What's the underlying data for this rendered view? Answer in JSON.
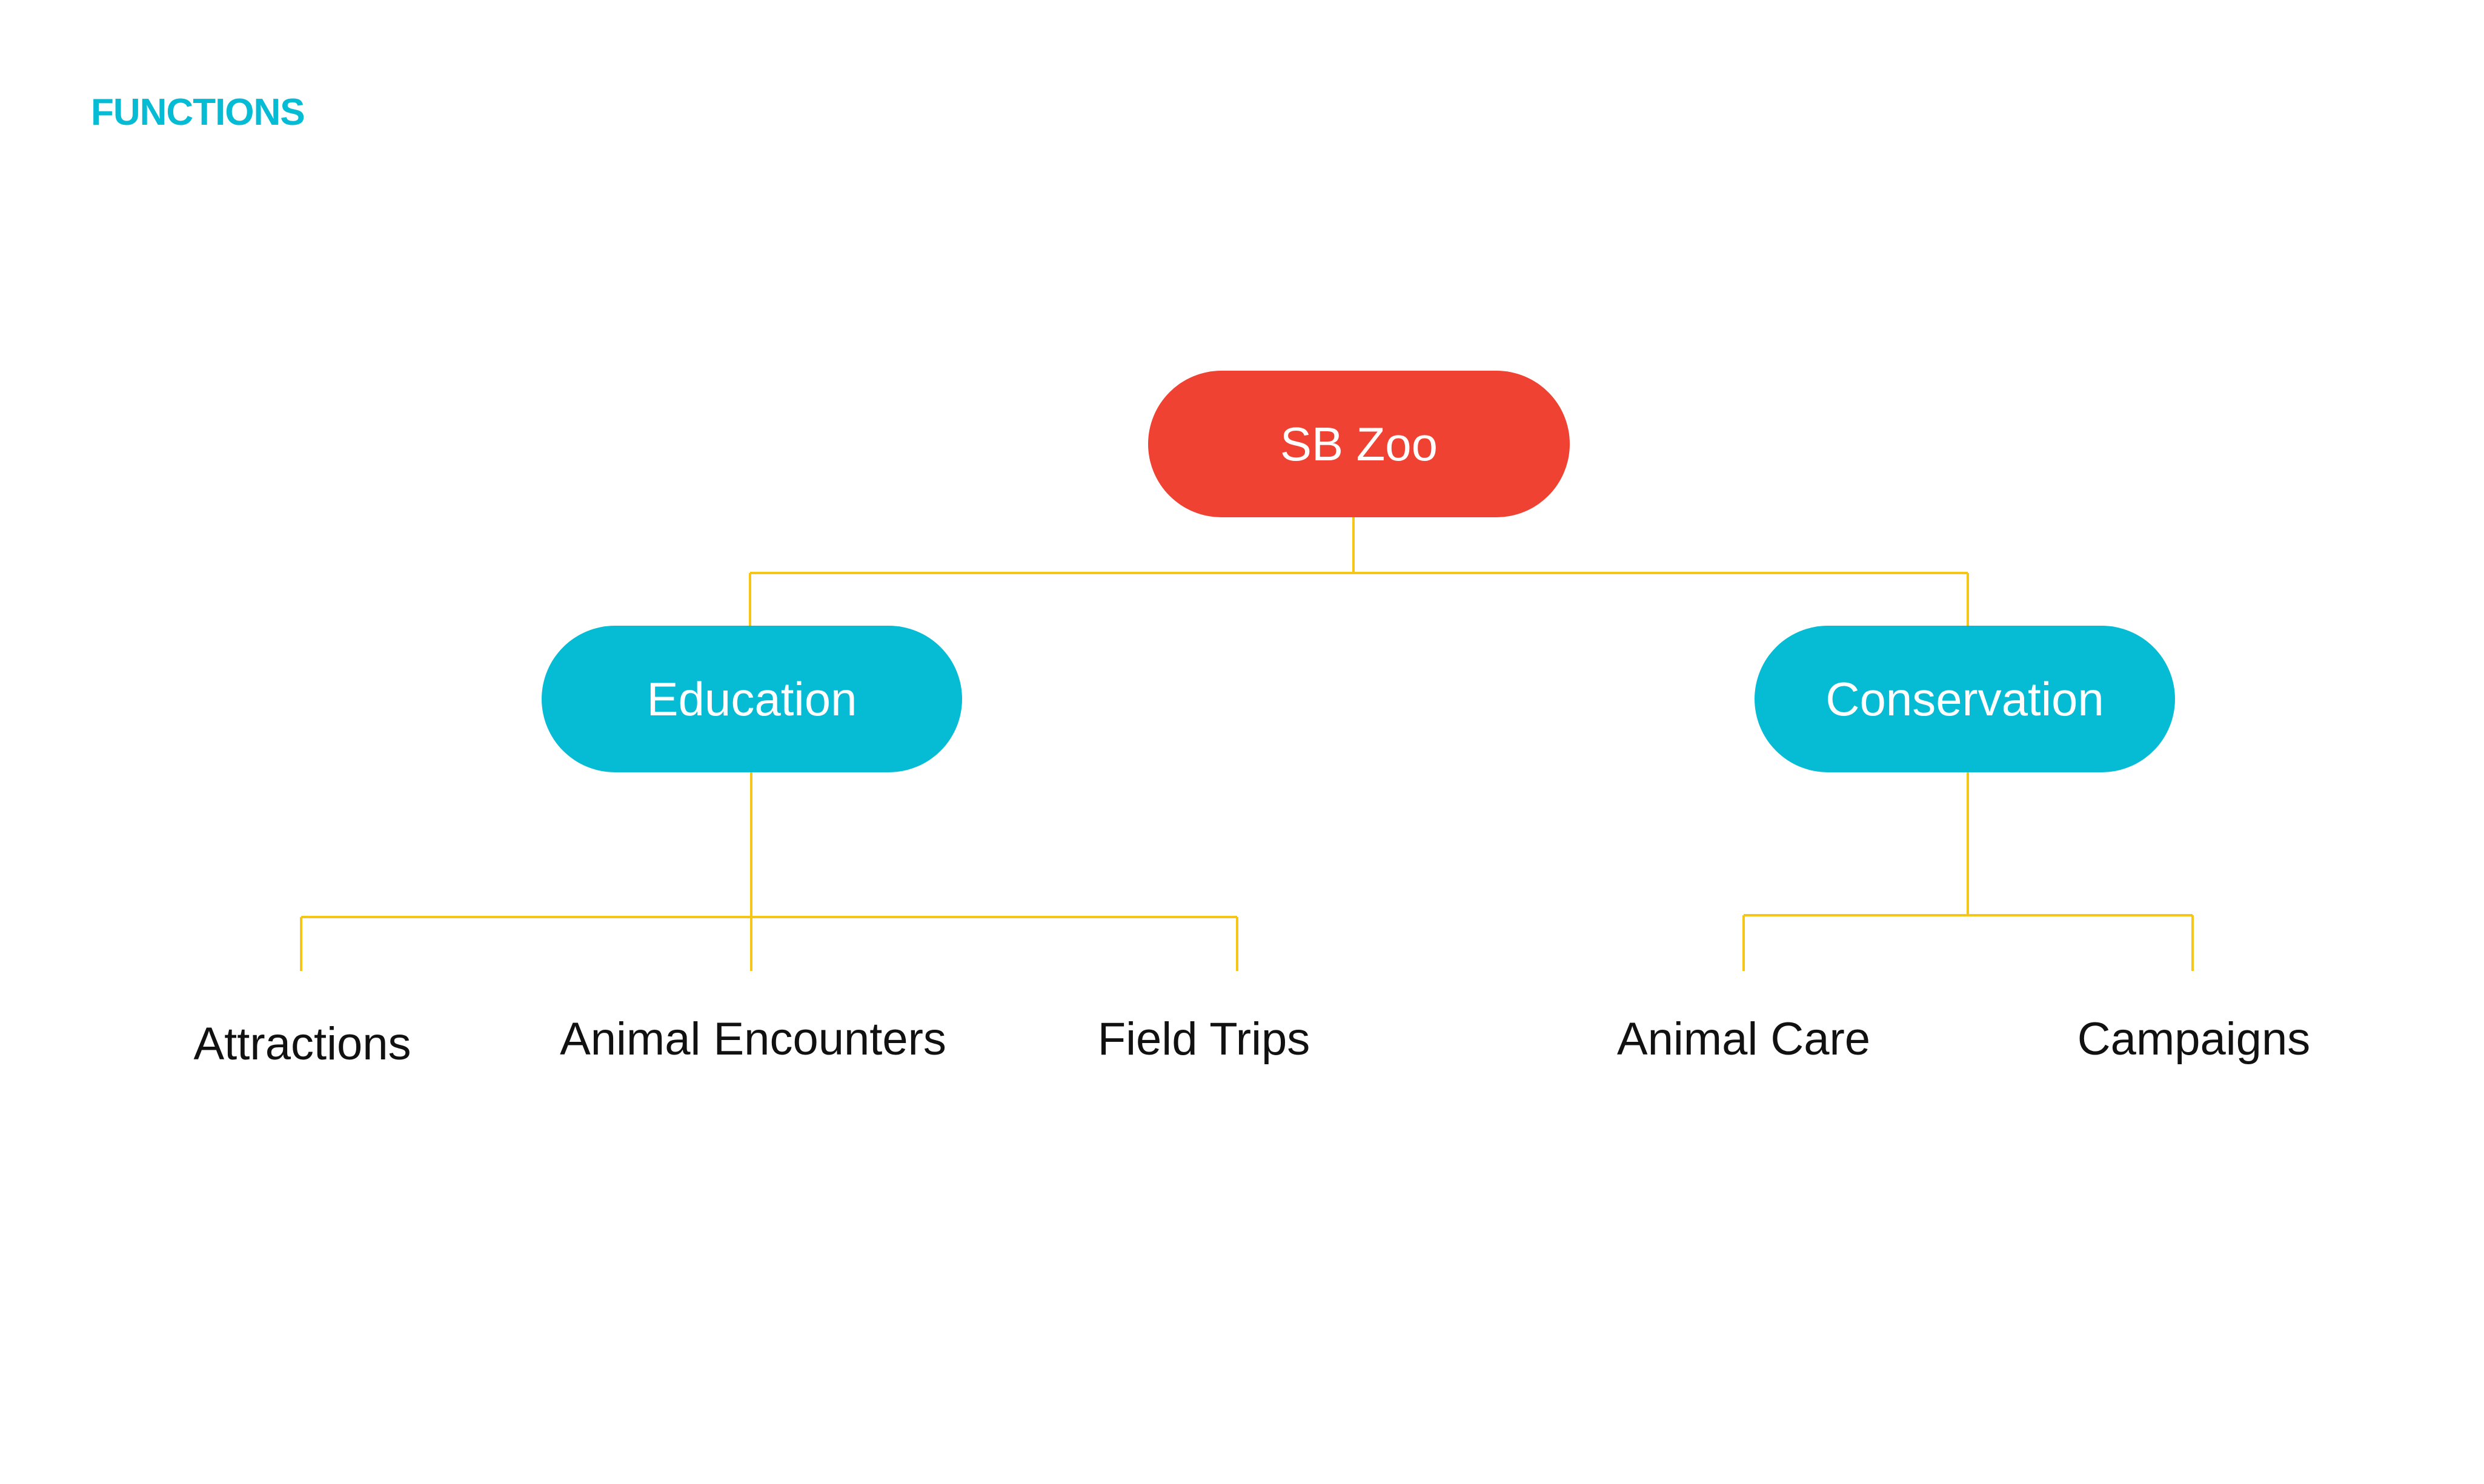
{
  "title": "FUNCTIONS",
  "colors": {
    "root": "#EF4233",
    "branch": "#05BCD4",
    "connector": "#F5C518",
    "title": "#05BCD4"
  },
  "root": {
    "label": "SB Zoo"
  },
  "branches": [
    {
      "label": "Education",
      "children": [
        "Attractions",
        "Animal Encounters",
        "Field Trips"
      ]
    },
    {
      "label": "Conservation",
      "children": [
        "Animal Care",
        "Campaigns"
      ]
    }
  ]
}
